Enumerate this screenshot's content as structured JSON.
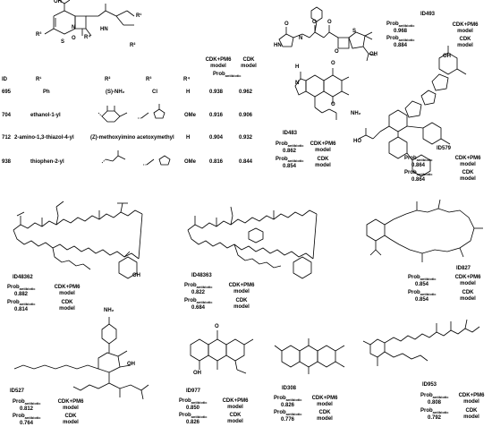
{
  "core_labels": {
    "r1": "R¹",
    "r2": "R²",
    "r3": "R³",
    "r4": "R⁴",
    "n_top": "N",
    "s_ring": "S",
    "o": "O",
    "oh": "OH",
    "hn": "HN",
    "h": "H"
  },
  "table": {
    "headers": [
      "ID",
      "R¹",
      "R²",
      "R³",
      "R⁴",
      "CDK+PM6 model",
      "CDK model"
    ],
    "subheader": "Probantibiotic",
    "rows": [
      {
        "id": "695",
        "r1": "Ph",
        "r2": "(S)-NH₂",
        "r3": "Cl",
        "r4": "H",
        "cdk_pm6": "0.938",
        "cdk": "0.962"
      },
      {
        "id": "704",
        "r1": "ethanol-1-yl",
        "r2": "",
        "r3": "",
        "r4": "OMe",
        "cdk_pm6": "0.916",
        "cdk": "0.906"
      },
      {
        "id": "712",
        "r1": "2-amino-1,3-thiazol-4-yl",
        "r2": "(Z)-methoxyimino",
        "r3": "acetoxymethyl",
        "r4": "H",
        "cdk_pm6": "0.904",
        "cdk": "0.932"
      },
      {
        "id": "938",
        "r1": "thiophen-2-yl",
        "r2": "",
        "r3": "",
        "r4": "OMe",
        "cdk_pm6": "0.816",
        "cdk": "0.844"
      }
    ]
  },
  "compounds": [
    {
      "id": "ID493",
      "p1": "0.968",
      "p2": "0.884"
    },
    {
      "id": "ID483",
      "p1": "0.862",
      "p2": "0.854"
    },
    {
      "id": "ID579",
      "p1": "0.864",
      "p2": "0.864"
    },
    {
      "id": "ID48362",
      "p1": "0.882",
      "p2": "0.814"
    },
    {
      "id": "ID48363",
      "p1": "0.822",
      "p2": "0.684"
    },
    {
      "id": "ID827",
      "p1": "0.854",
      "p2": "0.854"
    },
    {
      "id": "ID527",
      "p1": "0.812",
      "p2": "0.764"
    },
    {
      "id": "ID977",
      "p1": "0.850",
      "p2": "0.826"
    },
    {
      "id": "ID308",
      "p1": "0.826",
      "p2": "0.776"
    },
    {
      "id": "ID953",
      "p1": "0.808",
      "p2": "0.792"
    }
  ],
  "prob_label": "Prob",
  "prob_sub": "antibiotic",
  "model_a": "CDK+PM6",
  "model_b": "CDK",
  "model_word": "model",
  "atom": {
    "nh2": "NH₂",
    "oh": "OH",
    "o": "O",
    "n": "N",
    "h": "H",
    "nh": "NH",
    "hn": "HN",
    "s": "S",
    "hO": "HO"
  }
}
